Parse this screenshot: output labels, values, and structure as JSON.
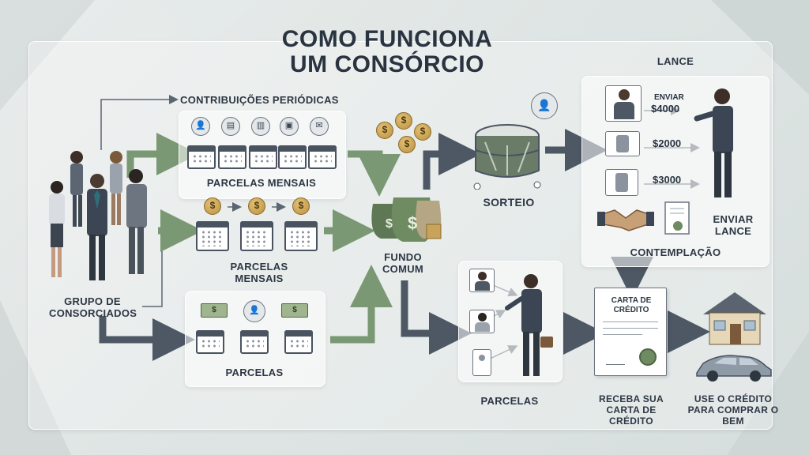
{
  "title_line1": "COMO FUNCIONA",
  "title_line2": "UM CONSÓRCIO",
  "group_label": "GRUPO DE CONSORCIADOS",
  "contrib_label": "CONTRIBUIÇÕES PERIÓDICAS",
  "parcelas_mensais_1": "PARCELAS MENSAIS",
  "parcelas_mensais_2": "PARCELAS MENSAIS",
  "parcelas_1": "PARCELAS",
  "fundo_comum": "FUNDO COMUM",
  "sorteio": "SORTEIO",
  "lance_title": "LANCE",
  "enviar_small": "ENVIAR",
  "amount_1": "$4000",
  "amount_2": "$2000",
  "amount_3": "$3000",
  "enviar_lance": "ENVIAR LANCE",
  "contemplacao": "CONTEMPLAÇÃO",
  "parcelas_2": "PARCELAS",
  "carta_title": "CARTA DE CRÉDITO",
  "receba": "RECEBA SUA CARTA DE CRÉDITO",
  "use_credito": "USE O CRÉDITO PARA COMPRAR O BEM",
  "colors": {
    "arrow_green": "#7a9873",
    "arrow_dark": "#4d5864",
    "money_green": "#6f8b62"
  }
}
